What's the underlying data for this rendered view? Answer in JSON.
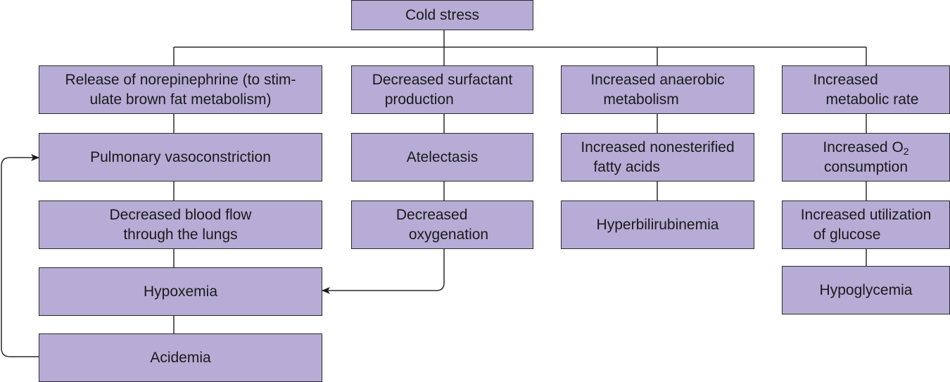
{
  "nodes": {
    "cold_stress": "Cold stress",
    "norepinephrine": [
      "Release of norepinephrine (to stim-",
      "ulate brown fat metabolism)"
    ],
    "pulmonary_vasoconstriction": "Pulmonary vasoconstriction",
    "decreased_blood_flow": [
      "Decreased blood flow",
      "through the lungs"
    ],
    "hypoxemia": "Hypoxemia",
    "acidemia": "Acidemia",
    "decreased_surfactant": [
      "Decreased surfactant",
      "production"
    ],
    "atelectasis": "Atelectasis",
    "decreased_oxygenation": [
      "Decreased",
      "oxygenation"
    ],
    "increased_anaerobic": [
      "Increased anaerobic",
      "metabolism"
    ],
    "nonesterified_fatty_acids": [
      "Increased nonesterified",
      "fatty acids"
    ],
    "hyperbilirubinemia": "Hyperbilirubinemia",
    "increased_metabolic_rate": [
      "Increased",
      "metabolic rate"
    ],
    "o2_consumption": {
      "prefix": "Increased O",
      "subscript": "2",
      "line2": "consumption"
    },
    "glucose_utilization": [
      "Increased utilization",
      "of glucose"
    ],
    "hypoglycemia": "Hypoglycemia"
  },
  "colors": {
    "box_fill": "#b6acd5",
    "line": "#2a2a2a"
  }
}
